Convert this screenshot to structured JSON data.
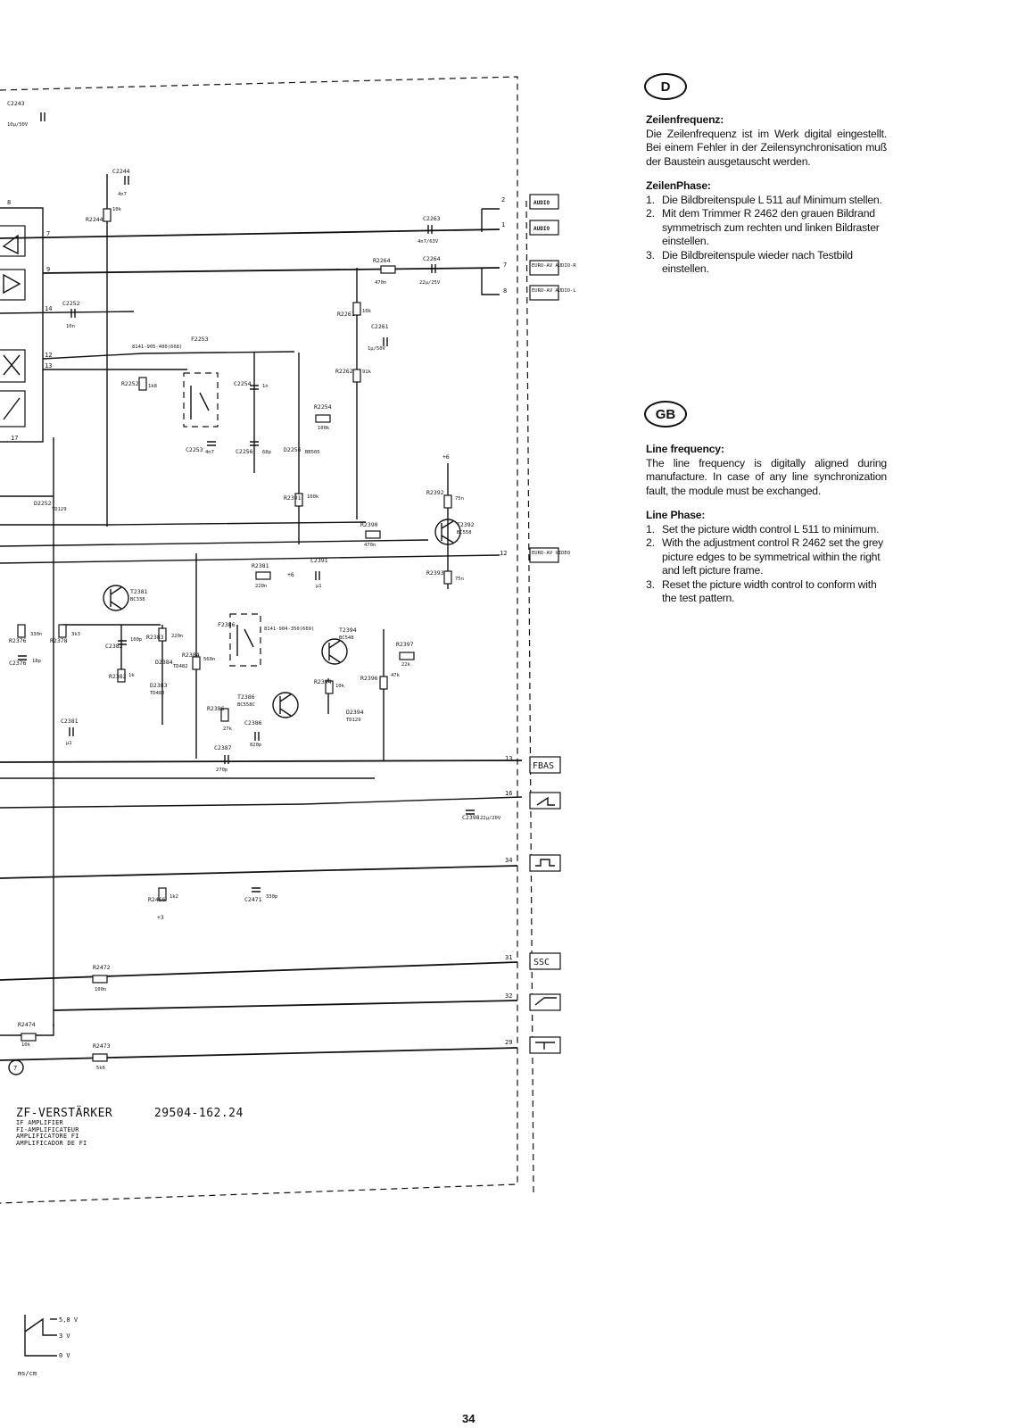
{
  "german": {
    "lang_code": "D",
    "sections": [
      {
        "title": "Zeilenfrequenz:",
        "body": "Die Zeilenfrequenz ist im Werk digital eingestellt. Bei einem Fehler in der Zeilensynchronisation muß der Baustein ausgetauscht werden."
      },
      {
        "title": "ZeilenPhase:",
        "items": [
          "Die Bildbreitenspule L 511 auf Minimum stellen.",
          "Mit dem Trimmer R 2462 den grauen Bildrand symmetrisch zum rechten und linken Bildraster einstellen.",
          "Die Bildbreitenspule wieder nach Testbild einstellen."
        ]
      }
    ]
  },
  "english": {
    "lang_code": "GB",
    "sections": [
      {
        "title": "Line frequency:",
        "body": "The line frequency is digitally aligned during manufacture. In case of any line synchronization fault, the module must be exchanged."
      },
      {
        "title": "Line Phase:",
        "items": [
          "Set the picture width control L 511 to minimum.",
          "With the adjustment control R 2462 set the grey picture edges to be symmetrical within the right and left picture frame.",
          "Reset the picture width control to conform with the test pattern."
        ]
      }
    ]
  },
  "schematic": {
    "title": "ZF-VERSTÄRKER",
    "part_number": "29504-162.24",
    "subtitles": [
      "IF AMPLIFIER",
      "FI-AMPLIFICATEUR",
      "AMPLIFICATORE FI",
      "AMPLIFICADOR DE FI"
    ],
    "connectors": [
      {
        "pin": "2",
        "label": "AUDIO"
      },
      {
        "pin": "1",
        "label": "AUDIO"
      },
      {
        "pin": "7",
        "label": "EURO-AV AUDIO-R"
      },
      {
        "pin": "8",
        "label": "EURO-AV AUDIO-L"
      },
      {
        "pin": "12",
        "label": "EURO-AV VIDEO"
      },
      {
        "pin": "13",
        "label": "FBAS"
      },
      {
        "pin": "16",
        "label": ""
      },
      {
        "pin": "34",
        "label": ""
      },
      {
        "pin": "31",
        "label": "SSC"
      },
      {
        "pin": "32",
        "label": ""
      },
      {
        "pin": "29",
        "label": ""
      }
    ],
    "components": [
      {
        "ref": "C2243",
        "value": "10µ/50V"
      },
      {
        "ref": "C2244",
        "value": "4n7"
      },
      {
        "ref": "R2244",
        "value": "10k"
      },
      {
        "ref": "C2263",
        "value": "4n7/63V"
      },
      {
        "ref": "R2264",
        "value": "470n"
      },
      {
        "ref": "C2264",
        "value": "22µ/25V"
      },
      {
        "ref": "C2252",
        "value": "10n"
      },
      {
        "ref": "R2261",
        "value": "10k"
      },
      {
        "ref": "C2261",
        "value": "1µ/50V"
      },
      {
        "ref": "F2253",
        "value": "8141-905-400(668)"
      },
      {
        "ref": "R2252",
        "value": "1k8"
      },
      {
        "ref": "C2254",
        "value": "1n"
      },
      {
        "ref": "R2262",
        "value": "91k"
      },
      {
        "ref": "R2254",
        "value": "100k"
      },
      {
        "ref": "C2253",
        "value": "4n7"
      },
      {
        "ref": "C2256",
        "value": "68p"
      },
      {
        "ref": "D2256",
        "value": "BB505"
      },
      {
        "ref": "D2252",
        "value": "TD129"
      },
      {
        "ref": "R2391",
        "value": "100k"
      },
      {
        "ref": "R2392",
        "value": "75n"
      },
      {
        "ref": "R2390",
        "value": "470n"
      },
      {
        "ref": "T2392",
        "value": "BC558"
      },
      {
        "ref": "R2393",
        "value": "75n"
      },
      {
        "ref": "R2381",
        "value": "220n"
      },
      {
        "ref": "C2391",
        "value": "µ1"
      },
      {
        "ref": "T2381",
        "value": "BC338"
      },
      {
        "ref": "R2376",
        "value": "330n"
      },
      {
        "ref": "R2378",
        "value": "3k3"
      },
      {
        "ref": "C2376",
        "value": "18p"
      },
      {
        "ref": "C2382",
        "value": "100p"
      },
      {
        "ref": "R2383",
        "value": "220n"
      },
      {
        "ref": "F2386",
        "value": "8141-904-350(669)"
      },
      {
        "ref": "T2394",
        "value": "BC548"
      },
      {
        "ref": "R2397",
        "value": "22k"
      },
      {
        "ref": "R2382",
        "value": "1k"
      },
      {
        "ref": "D2384",
        "value": "TD482"
      },
      {
        "ref": "R2384",
        "value": "560n"
      },
      {
        "ref": "D2383",
        "value": "TD482"
      },
      {
        "ref": "R2394",
        "value": "10k"
      },
      {
        "ref": "R2396",
        "value": "47k"
      },
      {
        "ref": "R2386",
        "value": "27k"
      },
      {
        "ref": "T2386",
        "value": "BC558C"
      },
      {
        "ref": "C2386",
        "value": "820p"
      },
      {
        "ref": "D2394",
        "value": "TD129"
      },
      {
        "ref": "C2381",
        "value": "µ1"
      },
      {
        "ref": "C2387",
        "value": "270p"
      },
      {
        "ref": "C2398",
        "value": "22µ/20V"
      },
      {
        "ref": "R2466",
        "value": "1k2"
      },
      {
        "ref": "C2471",
        "value": "330p"
      },
      {
        "ref": "R2472",
        "value": "100n"
      },
      {
        "ref": "R2474",
        "value": "10k"
      },
      {
        "ref": "R2473",
        "value": "5k6"
      }
    ],
    "supply_labels": [
      "+6",
      "+3"
    ],
    "ic_pins": [
      "8",
      "7",
      "9",
      "14",
      "12",
      "13",
      "17"
    ],
    "node_marker": "7"
  },
  "waveform_legend": {
    "levels": [
      "5,8 V",
      "3 V",
      "0 V"
    ],
    "timebase": "ms/cm"
  },
  "page_number": "34"
}
